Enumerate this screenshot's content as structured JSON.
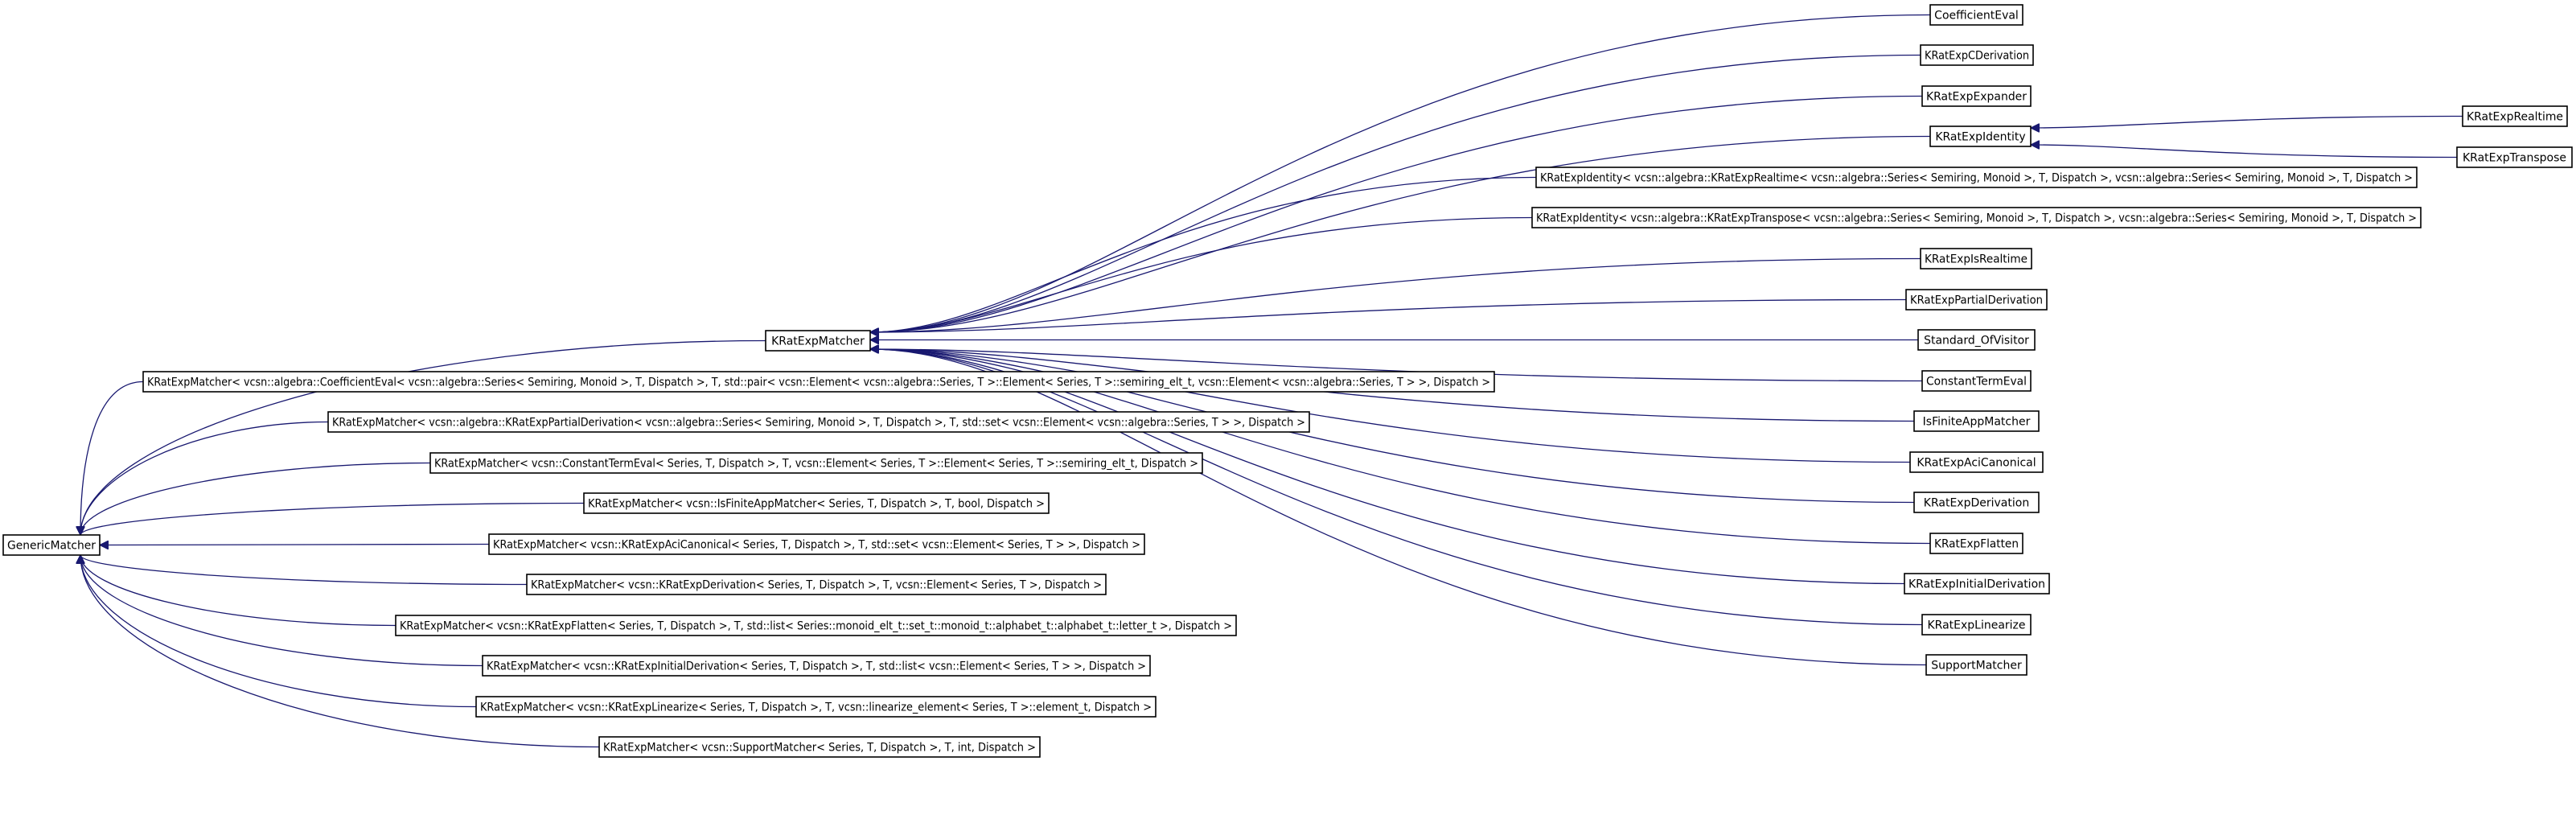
{
  "diagram": {
    "root": "GenericMatcher",
    "hub": "KRatExpMatcher",
    "nodes": {
      "generic": "GenericMatcher",
      "matcher": "KRatExpMatcher",
      "m_coeff": "KRatExpMatcher< vcsn::algebra::CoefficientEval< vcsn::algebra::Series< Semiring, Monoid >, T, Dispatch >, T, std::pair< vcsn::Element< vcsn::algebra::Series, T >::Element< Series, T >::semiring_elt_t, vcsn::Element< vcsn::algebra::Series, T > >, Dispatch >",
      "m_partial": "KRatExpMatcher< vcsn::algebra::KRatExpPartialDerivation< vcsn::algebra::Series< Semiring, Monoid >, T, Dispatch >, T, std::set< vcsn::Element< vcsn::algebra::Series, T > >, Dispatch >",
      "m_constant": "KRatExpMatcher< vcsn::ConstantTermEval< Series, T, Dispatch >, T, vcsn::Element< Series, T >::Element< Series, T >::semiring_elt_t, Dispatch >",
      "m_finite": "KRatExpMatcher< vcsn::IsFiniteAppMatcher< Series, T, Dispatch >, T, bool, Dispatch >",
      "m_aci": "KRatExpMatcher< vcsn::KRatExpAciCanonical< Series, T, Dispatch >, T, std::set< vcsn::Element< Series, T > >, Dispatch >",
      "m_deriv": "KRatExpMatcher< vcsn::KRatExpDerivation< Series, T, Dispatch >, T, vcsn::Element< Series, T >, Dispatch >",
      "m_flatten": "KRatExpMatcher< vcsn::KRatExpFlatten< Series, T, Dispatch >, T, std::list< Series::monoid_elt_t::set_t::monoid_t::alphabet_t::alphabet_t::letter_t >, Dispatch >",
      "m_initial": "KRatExpMatcher< vcsn::KRatExpInitialDerivation< Series, T, Dispatch >, T, std::list< vcsn::Element< Series, T > >, Dispatch >",
      "m_linearize": "KRatExpMatcher< vcsn::KRatExpLinearize< Series, T, Dispatch >, T, vcsn::linearize_element< Series, T >::element_t, Dispatch >",
      "m_support": "KRatExpMatcher< vcsn::SupportMatcher< Series, T, Dispatch >, T, int, Dispatch >",
      "coefficient_eval": "CoefficientEval",
      "cderivation": "KRatExpCDerivation",
      "expander": "KRatExpExpander",
      "identity": "KRatExpIdentity",
      "identity_realtime": "KRatExpIdentity< vcsn::algebra::KRatExpRealtime< vcsn::algebra::Series< Semiring, Monoid >, T, Dispatch >, vcsn::algebra::Series< Semiring, Monoid >, T, Dispatch >",
      "identity_transpose": "KRatExpIdentity< vcsn::algebra::KRatExpTranspose< vcsn::algebra::Series< Semiring, Monoid >, T, Dispatch >, vcsn::algebra::Series< Semiring, Monoid >, T, Dispatch >",
      "is_realtime": "KRatExpIsRealtime",
      "partial_derivation": "KRatExpPartialDerivation",
      "standard_of_visitor": "Standard_OfVisitor",
      "constant_term_eval": "ConstantTermEval",
      "is_finite_app_matcher": "IsFiniteAppMatcher",
      "aci_canonical": "KRatExpAciCanonical",
      "derivation": "KRatExpDerivation",
      "flatten": "KRatExpFlatten",
      "initial_derivation": "KRatExpInitialDerivation",
      "linearize": "KRatExpLinearize",
      "support_matcher": "SupportMatcher",
      "realtime": "KRatExpRealtime",
      "transpose": "KRatExpTranspose"
    },
    "edges": [
      [
        "matcher",
        "generic"
      ],
      [
        "m_coeff",
        "generic"
      ],
      [
        "m_partial",
        "generic"
      ],
      [
        "m_constant",
        "generic"
      ],
      [
        "m_finite",
        "generic"
      ],
      [
        "m_aci",
        "generic"
      ],
      [
        "m_deriv",
        "generic"
      ],
      [
        "m_flatten",
        "generic"
      ],
      [
        "m_initial",
        "generic"
      ],
      [
        "m_linearize",
        "generic"
      ],
      [
        "m_support",
        "generic"
      ],
      [
        "coefficient_eval",
        "matcher"
      ],
      [
        "cderivation",
        "matcher"
      ],
      [
        "expander",
        "matcher"
      ],
      [
        "identity",
        "matcher"
      ],
      [
        "identity_realtime",
        "matcher"
      ],
      [
        "identity_transpose",
        "matcher"
      ],
      [
        "is_realtime",
        "matcher"
      ],
      [
        "partial_derivation",
        "matcher"
      ],
      [
        "standard_of_visitor",
        "matcher"
      ],
      [
        "constant_term_eval",
        "matcher"
      ],
      [
        "is_finite_app_matcher",
        "matcher"
      ],
      [
        "aci_canonical",
        "matcher"
      ],
      [
        "derivation",
        "matcher"
      ],
      [
        "flatten",
        "matcher"
      ],
      [
        "initial_derivation",
        "matcher"
      ],
      [
        "linearize",
        "matcher"
      ],
      [
        "support_matcher",
        "matcher"
      ],
      [
        "realtime",
        "identity"
      ],
      [
        "transpose",
        "identity"
      ]
    ],
    "colors": {
      "edge": "#191970",
      "node_border": "#000000",
      "background": "#ffffff"
    }
  }
}
